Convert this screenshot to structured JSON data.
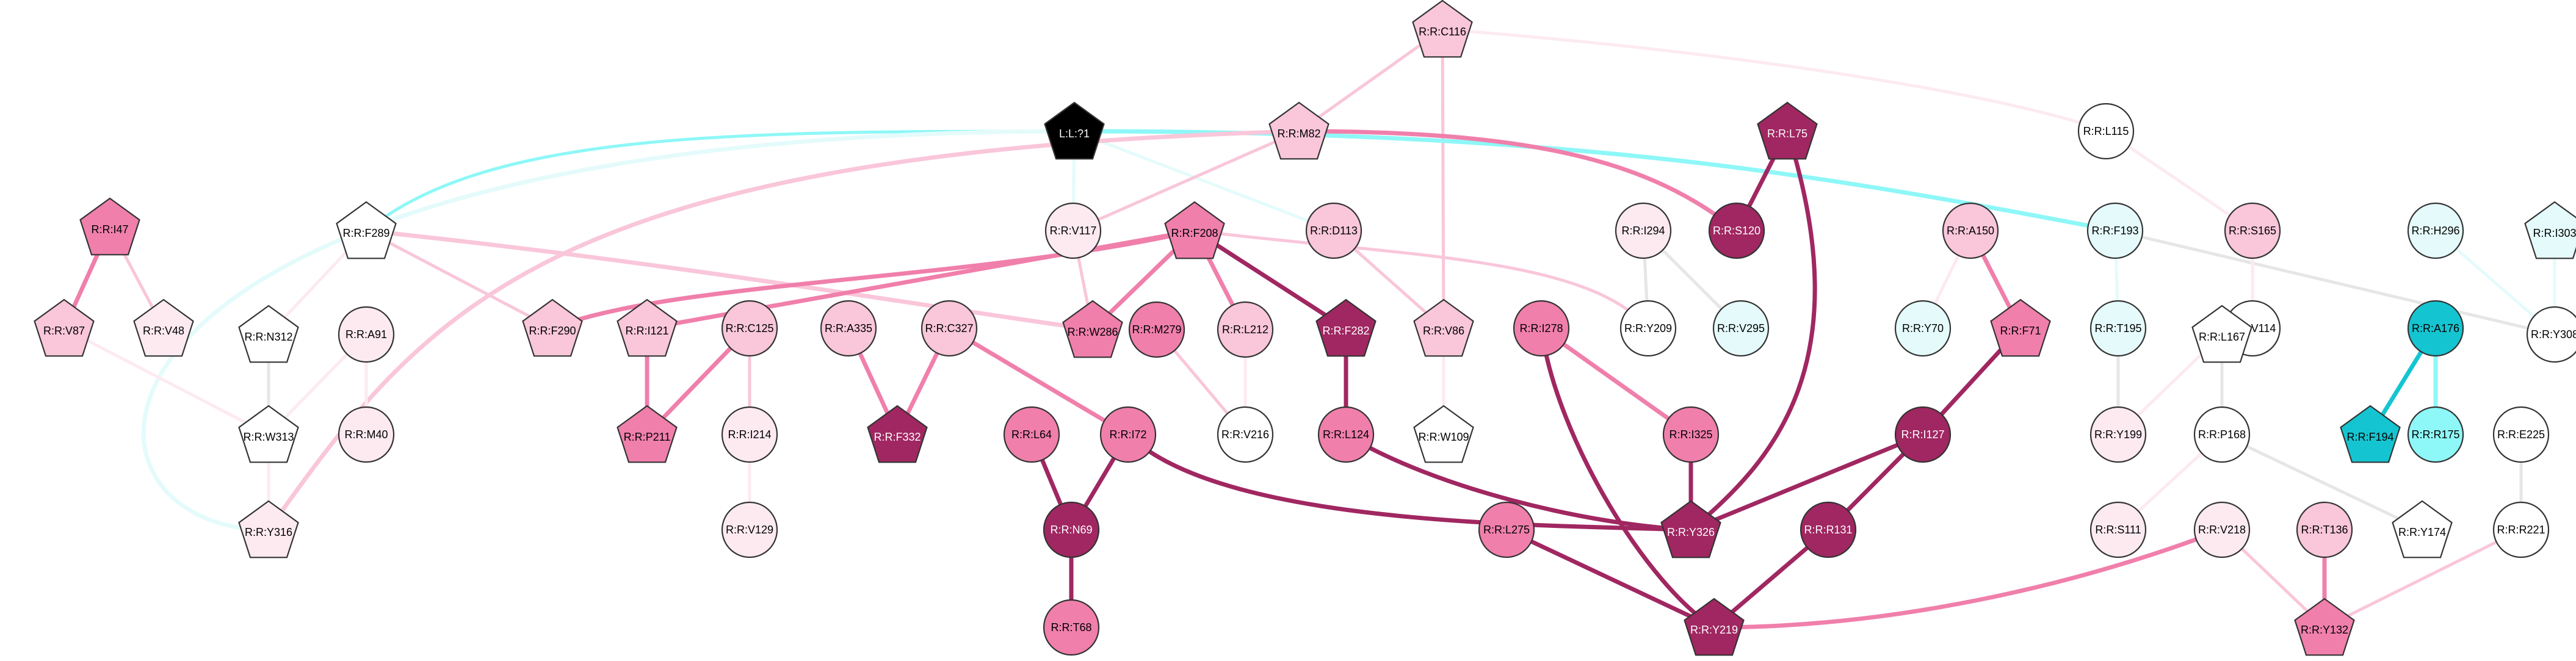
{
  "colors": {
    "black": "#000000",
    "white": "#ffffff",
    "pale_pink": "#fdeaf1",
    "light_pink": "#f9c6da",
    "pink": "#f07fab",
    "dark_magenta": "#a02761",
    "pale_cyan": "#e5fbfb",
    "light_cyan": "#8ef7f7",
    "teal": "#14c5d1",
    "grey": "#e6e6e6"
  },
  "nodes": [
    {
      "id": "L:L:?1",
      "label": "L:L:?1",
      "shape": "pentagon",
      "fill": "black",
      "text": "white"
    },
    {
      "id": "R:R:C116",
      "label": "R:R:C116",
      "shape": "pentagon",
      "fill": "light_pink",
      "text": "black"
    },
    {
      "id": "R:R:M82",
      "label": "R:R:M82",
      "shape": "pentagon",
      "fill": "light_pink",
      "text": "black"
    },
    {
      "id": "R:R:L75",
      "label": "R:R:L75",
      "shape": "pentagon",
      "fill": "dark_magenta",
      "text": "white"
    },
    {
      "id": "R:R:L115",
      "label": "R:R:L115",
      "shape": "circle",
      "fill": "white",
      "text": "black"
    },
    {
      "id": "R:R:I47",
      "label": "R:R:I47",
      "shape": "pentagon",
      "fill": "pink",
      "text": "black"
    },
    {
      "id": "R:R:F289",
      "label": "R:R:F289",
      "shape": "pentagon",
      "fill": "white",
      "text": "black"
    },
    {
      "id": "R:R:V117",
      "label": "R:R:V117",
      "shape": "circle",
      "fill": "pale_pink",
      "text": "black"
    },
    {
      "id": "R:R:F208",
      "label": "R:R:F208",
      "shape": "pentagon",
      "fill": "pink",
      "text": "black"
    },
    {
      "id": "R:R:D113",
      "label": "R:R:D113",
      "shape": "circle",
      "fill": "light_pink",
      "text": "black"
    },
    {
      "id": "R:R:S120",
      "label": "R:R:S120",
      "shape": "circle",
      "fill": "dark_magenta",
      "text": "white"
    },
    {
      "id": "R:R:I294",
      "label": "R:R:I294",
      "shape": "circle",
      "fill": "pale_pink",
      "text": "black"
    },
    {
      "id": "R:R:A150",
      "label": "R:R:A150",
      "shape": "circle",
      "fill": "light_pink",
      "text": "black"
    },
    {
      "id": "R:R:F193",
      "label": "R:R:F193",
      "shape": "circle",
      "fill": "pale_cyan",
      "text": "black"
    },
    {
      "id": "R:R:S165",
      "label": "R:R:S165",
      "shape": "circle",
      "fill": "light_pink",
      "text": "black"
    },
    {
      "id": "R:R:H296",
      "label": "R:R:H296",
      "shape": "circle",
      "fill": "pale_cyan",
      "text": "black"
    },
    {
      "id": "R:R:I303",
      "label": "R:R:I303",
      "shape": "pentagon",
      "fill": "pale_cyan",
      "text": "black"
    },
    {
      "id": "R:R:V87",
      "label": "R:R:V87",
      "shape": "pentagon",
      "fill": "light_pink",
      "text": "black"
    },
    {
      "id": "R:R:V48",
      "label": "R:R:V48",
      "shape": "pentagon",
      "fill": "pale_pink",
      "text": "black"
    },
    {
      "id": "R:R:N312",
      "label": "R:R:N312",
      "shape": "pentagon",
      "fill": "white",
      "text": "black"
    },
    {
      "id": "R:R:A91",
      "label": "R:R:A91",
      "shape": "circle",
      "fill": "pale_pink",
      "text": "black"
    },
    {
      "id": "R:R:F290",
      "label": "R:R:F290",
      "shape": "pentagon",
      "fill": "light_pink",
      "text": "black"
    },
    {
      "id": "R:R:I121",
      "label": "R:R:I121",
      "shape": "pentagon",
      "fill": "light_pink",
      "text": "black"
    },
    {
      "id": "R:R:C125",
      "label": "R:R:C125",
      "shape": "circle",
      "fill": "light_pink",
      "text": "black"
    },
    {
      "id": "R:R:A335",
      "label": "R:R:A335",
      "shape": "circle",
      "fill": "light_pink",
      "text": "black"
    },
    {
      "id": "R:R:C327",
      "label": "R:R:C327",
      "shape": "circle",
      "fill": "light_pink",
      "text": "black"
    },
    {
      "id": "R:R:W286",
      "label": "R:R:W286",
      "shape": "pentagon",
      "fill": "pink",
      "text": "black"
    },
    {
      "id": "R:R:M279",
      "label": "R:R:M279",
      "shape": "circle",
      "fill": "pink",
      "text": "black"
    },
    {
      "id": "R:R:L212",
      "label": "R:R:L212",
      "shape": "circle",
      "fill": "light_pink",
      "text": "black"
    },
    {
      "id": "R:R:F282",
      "label": "R:R:F282",
      "shape": "pentagon",
      "fill": "dark_magenta",
      "text": "white"
    },
    {
      "id": "R:R:V86",
      "label": "R:R:V86",
      "shape": "pentagon",
      "fill": "light_pink",
      "text": "black"
    },
    {
      "id": "R:R:I278",
      "label": "R:R:I278",
      "shape": "circle",
      "fill": "pink",
      "text": "black"
    },
    {
      "id": "R:R:Y209",
      "label": "R:R:Y209",
      "shape": "circle",
      "fill": "white",
      "text": "black"
    },
    {
      "id": "R:R:V295",
      "label": "R:R:V295",
      "shape": "circle",
      "fill": "pale_cyan",
      "text": "black"
    },
    {
      "id": "R:R:Y70",
      "label": "R:R:Y70",
      "shape": "circle",
      "fill": "pale_cyan",
      "text": "black"
    },
    {
      "id": "R:R:F71",
      "label": "R:R:F71",
      "shape": "pentagon",
      "fill": "pink",
      "text": "black"
    },
    {
      "id": "R:R:T195",
      "label": "R:R:T195",
      "shape": "circle",
      "fill": "pale_cyan",
      "text": "black"
    },
    {
      "id": "R:R:V114",
      "label": "R:R:V114",
      "shape": "circle",
      "fill": "white",
      "text": "black"
    },
    {
      "id": "R:R:L167",
      "label": "R:R:L167",
      "shape": "pentagon",
      "fill": "white",
      "text": "black"
    },
    {
      "id": "R:R:A176",
      "label": "R:R:A176",
      "shape": "circle",
      "fill": "teal",
      "text": "black"
    },
    {
      "id": "R:R:Y308",
      "label": "R:R:Y308",
      "shape": "circle",
      "fill": "white",
      "text": "black"
    },
    {
      "id": "R:R:W313",
      "label": "R:R:W313",
      "shape": "pentagon",
      "fill": "white",
      "text": "black"
    },
    {
      "id": "R:R:M40",
      "label": "R:R:M40",
      "shape": "circle",
      "fill": "pale_pink",
      "text": "black"
    },
    {
      "id": "R:R:P211",
      "label": "R:R:P211",
      "shape": "pentagon",
      "fill": "pink",
      "text": "black"
    },
    {
      "id": "R:R:I214",
      "label": "R:R:I214",
      "shape": "circle",
      "fill": "pale_pink",
      "text": "black"
    },
    {
      "id": "R:R:F332",
      "label": "R:R:F332",
      "shape": "pentagon",
      "fill": "dark_magenta",
      "text": "white"
    },
    {
      "id": "R:R:L64",
      "label": "R:R:L64",
      "shape": "circle",
      "fill": "pink",
      "text": "black"
    },
    {
      "id": "R:R:I72",
      "label": "R:R:I72",
      "shape": "circle",
      "fill": "pink",
      "text": "black"
    },
    {
      "id": "R:R:V216",
      "label": "R:R:V216",
      "shape": "circle",
      "fill": "white",
      "text": "black"
    },
    {
      "id": "R:R:L124",
      "label": "R:R:L124",
      "shape": "circle",
      "fill": "pink",
      "text": "black"
    },
    {
      "id": "R:R:W109",
      "label": "R:R:W109",
      "shape": "pentagon",
      "fill": "white",
      "text": "black"
    },
    {
      "id": "R:R:I325",
      "label": "R:R:I325",
      "shape": "circle",
      "fill": "pink",
      "text": "black"
    },
    {
      "id": "R:R:I127",
      "label": "R:R:I127",
      "shape": "circle",
      "fill": "dark_magenta",
      "text": "white"
    },
    {
      "id": "R:R:Y199",
      "label": "R:R:Y199",
      "shape": "circle",
      "fill": "pale_pink",
      "text": "black"
    },
    {
      "id": "R:R:P168",
      "label": "R:R:P168",
      "shape": "circle",
      "fill": "white",
      "text": "black"
    },
    {
      "id": "R:R:F194",
      "label": "R:R:F194",
      "shape": "pentagon",
      "fill": "teal",
      "text": "black"
    },
    {
      "id": "R:R:R175",
      "label": "R:R:R175",
      "shape": "circle",
      "fill": "light_cyan",
      "text": "black"
    },
    {
      "id": "R:R:E225",
      "label": "R:R:E225",
      "shape": "circle",
      "fill": "white",
      "text": "black"
    },
    {
      "id": "R:R:Y316",
      "label": "R:R:Y316",
      "shape": "pentagon",
      "fill": "pale_pink",
      "text": "black"
    },
    {
      "id": "R:R:V129",
      "label": "R:R:V129",
      "shape": "circle",
      "fill": "pale_pink",
      "text": "black"
    },
    {
      "id": "R:R:N69",
      "label": "R:R:N69",
      "shape": "circle",
      "fill": "dark_magenta",
      "text": "white"
    },
    {
      "id": "R:R:Y326",
      "label": "R:R:Y326",
      "shape": "pentagon",
      "fill": "dark_magenta",
      "text": "white"
    },
    {
      "id": "R:R:L275",
      "label": "R:R:L275",
      "shape": "circle",
      "fill": "pink",
      "text": "black"
    },
    {
      "id": "R:R:R131",
      "label": "R:R:R131",
      "shape": "circle",
      "fill": "dark_magenta",
      "text": "white"
    },
    {
      "id": "R:R:S111",
      "label": "R:R:S111",
      "shape": "circle",
      "fill": "pale_pink",
      "text": "black"
    },
    {
      "id": "R:R:V218",
      "label": "R:R:V218",
      "shape": "circle",
      "fill": "pale_pink",
      "text": "black"
    },
    {
      "id": "R:R:T136",
      "label": "R:R:T136",
      "shape": "circle",
      "fill": "light_pink",
      "text": "black"
    },
    {
      "id": "R:R:Y174",
      "label": "R:R:Y174",
      "shape": "pentagon",
      "fill": "white",
      "text": "black"
    },
    {
      "id": "R:R:R221",
      "label": "R:R:R221",
      "shape": "circle",
      "fill": "white",
      "text": "black"
    },
    {
      "id": "R:R:T68",
      "label": "R:R:T68",
      "shape": "circle",
      "fill": "pink",
      "text": "black"
    },
    {
      "id": "R:R:Y219",
      "label": "R:R:Y219",
      "shape": "pentagon",
      "fill": "dark_magenta",
      "text": "white"
    },
    {
      "id": "R:R:Y132",
      "label": "R:R:Y132",
      "shape": "pentagon",
      "fill": "pink",
      "text": "black"
    }
  ],
  "edges": [
    {
      "source": "R:R:C116",
      "target": "R:R:M82",
      "color": "light_pink",
      "weight": 2
    },
    {
      "source": "R:R:C116",
      "target": "R:R:V86",
      "color": "light_pink",
      "weight": 2
    },
    {
      "source": "R:R:C116",
      "target": "R:R:L115",
      "color": "pale_pink",
      "weight": 2
    },
    {
      "source": "L:L:?1",
      "target": "R:R:F289",
      "color": "light_cyan",
      "weight": 2
    },
    {
      "source": "L:L:?1",
      "target": "R:R:V117",
      "color": "pale_cyan",
      "weight": 2
    },
    {
      "source": "L:L:?1",
      "target": "R:R:D113",
      "color": "pale_cyan",
      "weight": 2
    },
    {
      "source": "L:L:?1",
      "target": "R:R:F193",
      "color": "light_cyan",
      "weight": 3
    },
    {
      "source": "L:L:?1",
      "target": "R:R:Y316",
      "color": "pale_cyan",
      "weight": 3
    },
    {
      "source": "R:R:M82",
      "target": "R:R:V117",
      "color": "light_pink",
      "weight": 2
    },
    {
      "source": "R:R:M82",
      "target": "R:R:S120",
      "color": "pink",
      "weight": 3
    },
    {
      "source": "R:R:M82",
      "target": "R:R:Y316",
      "color": "light_pink",
      "weight": 3
    },
    {
      "source": "R:R:L75",
      "target": "R:R:S120",
      "color": "dark_magenta",
      "weight": 3
    },
    {
      "source": "R:R:L75",
      "target": "R:R:Y326",
      "color": "dark_magenta",
      "weight": 3
    },
    {
      "source": "R:R:L115",
      "target": "R:R:S165",
      "color": "pale_pink",
      "weight": 2
    },
    {
      "source": "R:R:I47",
      "target": "R:R:V87",
      "color": "pink",
      "weight": 3
    },
    {
      "source": "R:R:I47",
      "target": "R:R:V48",
      "color": "light_pink",
      "weight": 2
    },
    {
      "source": "R:R:V87",
      "target": "R:R:W313",
      "color": "pale_pink",
      "weight": 2
    },
    {
      "source": "R:R:F289",
      "target": "R:R:N312",
      "color": "pale_pink",
      "weight": 2
    },
    {
      "source": "R:R:F289",
      "target": "R:R:F290",
      "color": "light_pink",
      "weight": 2
    },
    {
      "source": "R:R:F289",
      "target": "R:R:W286",
      "color": "light_pink",
      "weight": 3
    },
    {
      "source": "R:R:V117",
      "target": "R:R:W286",
      "color": "light_pink",
      "weight": 2
    },
    {
      "source": "R:R:F208",
      "target": "R:R:F290",
      "color": "pink",
      "weight": 3
    },
    {
      "source": "R:R:F208",
      "target": "R:R:I121",
      "color": "pink",
      "weight": 3
    },
    {
      "source": "R:R:F208",
      "target": "R:R:W286",
      "color": "pink",
      "weight": 3
    },
    {
      "source": "R:R:F208",
      "target": "R:R:L212",
      "color": "pink",
      "weight": 3
    },
    {
      "source": "R:R:F208",
      "target": "R:R:F282",
      "color": "dark_magenta",
      "weight": 3
    },
    {
      "source": "R:R:F208",
      "target": "R:R:Y209",
      "color": "light_pink",
      "weight": 2
    },
    {
      "source": "R:R:D113",
      "target": "R:R:V86",
      "color": "light_pink",
      "weight": 2
    },
    {
      "source": "R:R:I294",
      "target": "R:R:Y209",
      "color": "grey",
      "weight": 2
    },
    {
      "source": "R:R:I294",
      "target": "R:R:V295",
      "color": "grey",
      "weight": 2
    },
    {
      "source": "R:R:A150",
      "target": "R:R:Y70",
      "color": "pale_pink",
      "weight": 2
    },
    {
      "source": "R:R:A150",
      "target": "R:R:F71",
      "color": "pink",
      "weight": 3
    },
    {
      "source": "R:R:F193",
      "target": "R:R:T195",
      "color": "pale_cyan",
      "weight": 2
    },
    {
      "source": "R:R:F193",
      "target": "R:R:Y308",
      "color": "grey",
      "weight": 2
    },
    {
      "source": "R:R:S165",
      "target": "R:R:V114",
      "color": "pale_pink",
      "weight": 2
    },
    {
      "source": "R:R:H296",
      "target": "R:R:Y308",
      "color": "pale_cyan",
      "weight": 2
    },
    {
      "source": "R:R:I303",
      "target": "R:R:Y308",
      "color": "pale_cyan",
      "weight": 2
    },
    {
      "source": "R:R:N312",
      "target": "R:R:W313",
      "color": "grey",
      "weight": 2
    },
    {
      "source": "R:R:A91",
      "target": "R:R:W313",
      "color": "pale_pink",
      "weight": 2
    },
    {
      "source": "R:R:A91",
      "target": "R:R:M40",
      "color": "pale_pink",
      "weight": 2
    },
    {
      "source": "R:R:W313",
      "target": "R:R:Y316",
      "color": "pale_pink",
      "weight": 2
    },
    {
      "source": "R:R:I121",
      "target": "R:R:P211",
      "color": "pink",
      "weight": 3
    },
    {
      "source": "R:R:C125",
      "target": "R:R:P211",
      "color": "pink",
      "weight": 3
    },
    {
      "source": "R:R:C125",
      "target": "R:R:I214",
      "color": "light_pink",
      "weight": 2
    },
    {
      "source": "R:R:I214",
      "target": "R:R:V129",
      "color": "pale_pink",
      "weight": 2
    },
    {
      "source": "R:R:A335",
      "target": "R:R:F332",
      "color": "pink",
      "weight": 3
    },
    {
      "source": "R:R:C327",
      "target": "R:R:F332",
      "color": "pink",
      "weight": 3
    },
    {
      "source": "R:R:C327",
      "target": "R:R:I72",
      "color": "pink",
      "weight": 3
    },
    {
      "source": "R:R:M279",
      "target": "R:R:V216",
      "color": "light_pink",
      "weight": 2
    },
    {
      "source": "R:R:L212",
      "target": "R:R:V216",
      "color": "pale_pink",
      "weight": 2
    },
    {
      "source": "R:R:F282",
      "target": "R:R:L124",
      "color": "dark_magenta",
      "weight": 3
    },
    {
      "source": "R:R:V86",
      "target": "R:R:W109",
      "color": "pale_pink",
      "weight": 2
    },
    {
      "source": "R:R:I278",
      "target": "R:R:I325",
      "color": "pink",
      "weight": 3
    },
    {
      "source": "R:R:I278",
      "target": "R:R:Y219",
      "color": "dark_magenta",
      "weight": 3
    },
    {
      "source": "R:R:F71",
      "target": "R:R:I127",
      "color": "dark_magenta",
      "weight": 3
    },
    {
      "source": "R:R:T195",
      "target": "R:R:Y199",
      "color": "grey",
      "weight": 2
    },
    {
      "source": "R:R:L167",
      "target": "R:R:Y199",
      "color": "pale_pink",
      "weight": 2
    },
    {
      "source": "R:R:L167",
      "target": "R:R:P168",
      "color": "grey",
      "weight": 2
    },
    {
      "source": "R:R:A176",
      "target": "R:R:F194",
      "color": "teal",
      "weight": 3
    },
    {
      "source": "R:R:A176",
      "target": "R:R:R175",
      "color": "light_cyan",
      "weight": 3
    },
    {
      "source": "R:R:L64",
      "target": "R:R:N69",
      "color": "dark_magenta",
      "weight": 3
    },
    {
      "source": "R:R:I72",
      "target": "R:R:N69",
      "color": "dark_magenta",
      "weight": 3
    },
    {
      "source": "R:R:I72",
      "target": "R:R:Y326",
      "color": "dark_magenta",
      "weight": 3
    },
    {
      "source": "R:R:L124",
      "target": "R:R:Y326",
      "color": "dark_magenta",
      "weight": 3
    },
    {
      "source": "R:R:I325",
      "target": "R:R:Y326",
      "color": "dark_magenta",
      "weight": 3
    },
    {
      "source": "R:R:I127",
      "target": "R:R:Y326",
      "color": "dark_magenta",
      "weight": 3
    },
    {
      "source": "R:R:I127",
      "target": "R:R:R131",
      "color": "dark_magenta",
      "weight": 3
    },
    {
      "source": "R:R:P168",
      "target": "R:R:S111",
      "color": "pale_pink",
      "weight": 2
    },
    {
      "source": "R:R:P168",
      "target": "R:R:Y174",
      "color": "grey",
      "weight": 2
    },
    {
      "source": "R:R:E225",
      "target": "R:R:R221",
      "color": "grey",
      "weight": 2
    },
    {
      "source": "R:R:N69",
      "target": "R:R:T68",
      "color": "dark_magenta",
      "weight": 3
    },
    {
      "source": "R:R:L275",
      "target": "R:R:Y219",
      "color": "dark_magenta",
      "weight": 3
    },
    {
      "source": "R:R:R131",
      "target": "R:R:Y219",
      "color": "dark_magenta",
      "weight": 3
    },
    {
      "source": "R:R:V218",
      "target": "R:R:Y219",
      "color": "pink",
      "weight": 3
    },
    {
      "source": "R:R:V218",
      "target": "R:R:Y132",
      "color": "light_pink",
      "weight": 2
    },
    {
      "source": "R:R:T136",
      "target": "R:R:Y132",
      "color": "pink",
      "weight": 3
    },
    {
      "source": "R:R:R221",
      "target": "R:R:Y132",
      "color": "light_pink",
      "weight": 2
    }
  ]
}
